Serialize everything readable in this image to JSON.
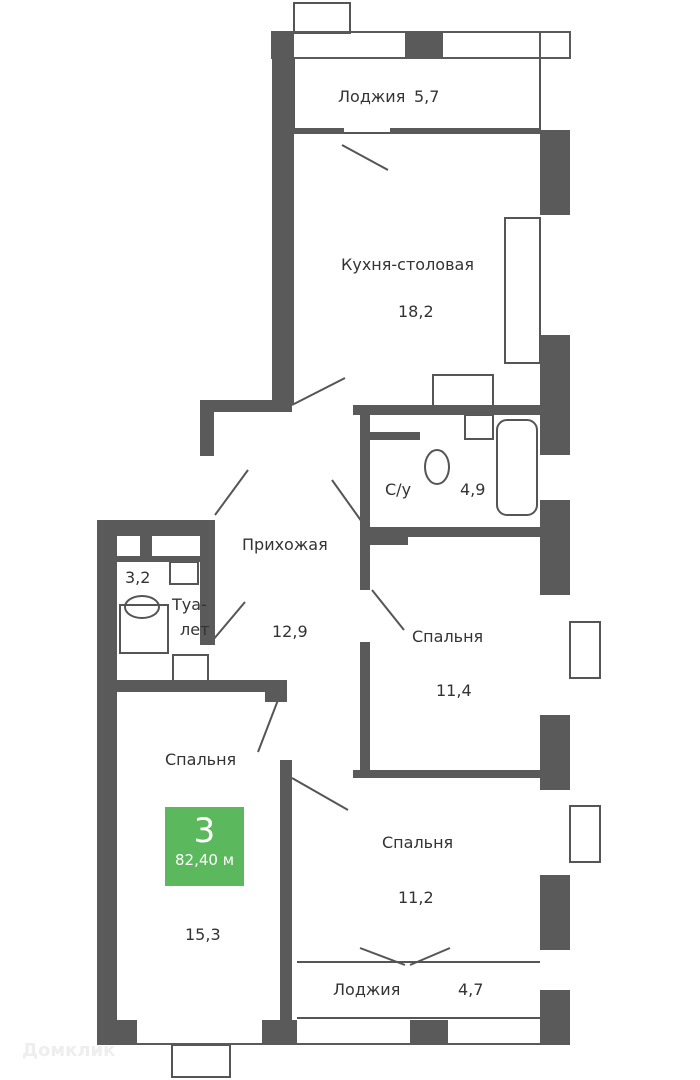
{
  "rooms": {
    "loggia_top": {
      "name": "Лоджия",
      "area": "5,7"
    },
    "kitchen": {
      "name": "Кухня-столовая",
      "area": "18,2"
    },
    "bathroom": {
      "name": "С/у",
      "area": "4,9"
    },
    "hallway": {
      "name": "Прихожая",
      "area": "12,9"
    },
    "toilet": {
      "name_line1": "Туа-",
      "name_line2": "лет",
      "area": "3,2"
    },
    "bedroom_right": {
      "name": "Спальня",
      "area": "11,4"
    },
    "bedroom_left": {
      "name": "Спальня",
      "area": "15,3"
    },
    "bedroom_bottom": {
      "name": "Спальня",
      "area": "11,2"
    },
    "loggia_bottom": {
      "name": "Лоджия",
      "area": "4,7"
    }
  },
  "badge": {
    "rooms": "3",
    "total_area": "82,40 м",
    "color": "#5cb85c"
  },
  "watermark": "Домклик",
  "colors": {
    "wall": "#5a5a5a",
    "line": "#555555"
  }
}
